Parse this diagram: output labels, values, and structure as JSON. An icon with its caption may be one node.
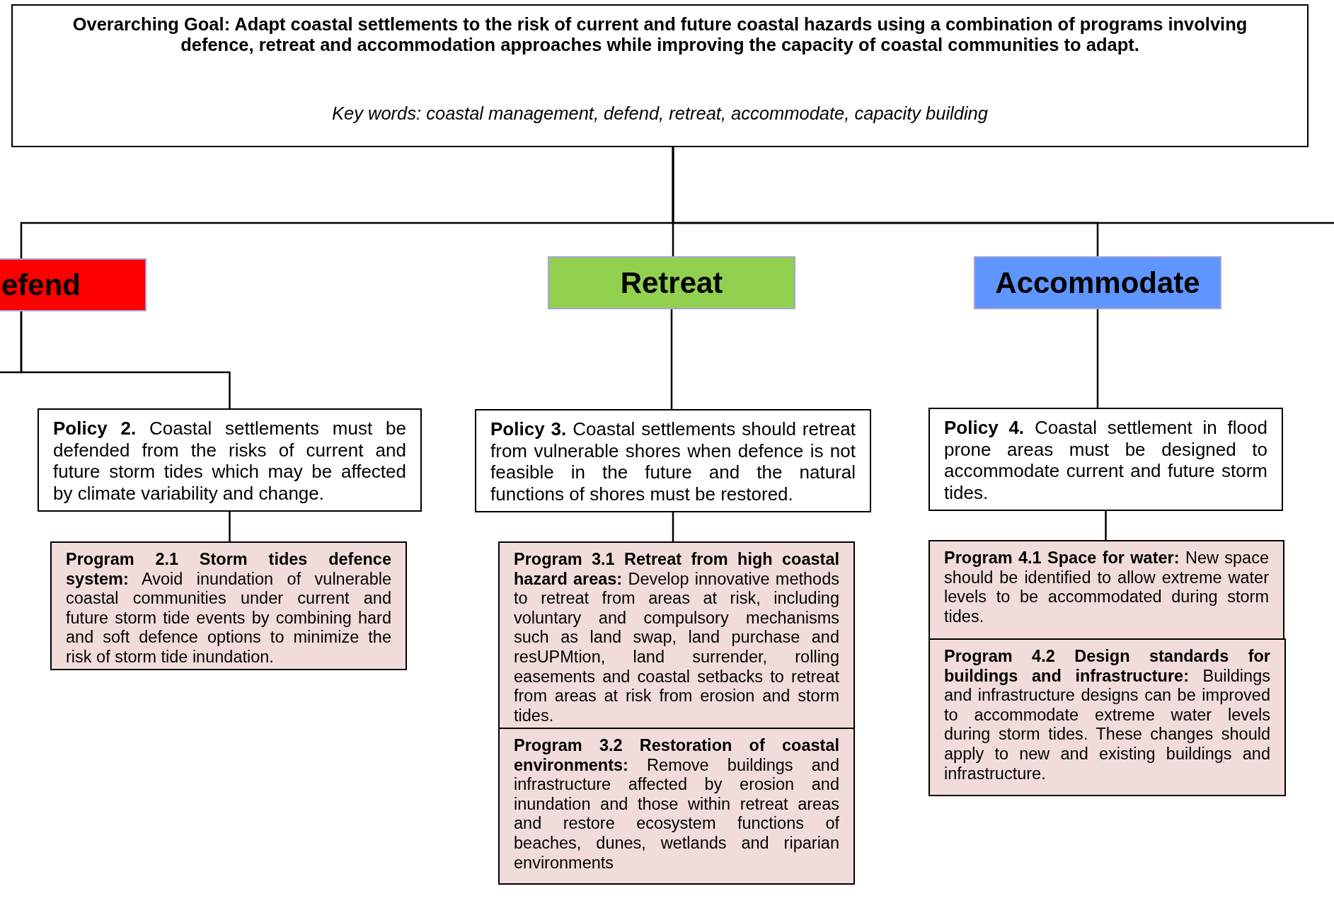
{
  "diagram": {
    "nodes": [
      {
        "text": [
          "Overarching Goal: Adapt coastal settlements to the risk of current and future coastal hazards using a combination of programs involving defence, retreat and accommodation approaches while improving the capacity of coastal communities to adapt.",
          "Key words: coastal management, defend, retreat, accommodate, capacity building"
        ]
      },
      {
        "text": [
          "efend"
        ]
      },
      {
        "text": [
          "Retreat"
        ]
      },
      {
        "text": [
          "Accommodate"
        ]
      },
      {
        "text": [
          "**Policy 2.** Coastal settlements must be defended from the risks of current and future storm tides which may be affected by climate variability and change."
        ]
      },
      {
        "text": [
          "**Program 2.1 Storm tides defence system:** Avoid inundation of vulnerable coastal communities under current and future storm tide events by combining hard and soft defence options to minimize the risk of storm tide inundation."
        ]
      },
      {
        "text": [
          "**Policy 3.** Coastal settlements should retreat from vulnerable shores when defence is not feasible in the future and the natural functions of shores must be restored."
        ]
      },
      {
        "text": [
          "**Program 3.1 Retreat from high coastal hazard areas:** Develop innovative methods to retreat from areas at risk, including voluntary and compulsory mechanisms such as land swap, land purchase and resUPMtion, land surrender, rolling easements and coastal setbacks to retreat from areas at risk from erosion and storm tides."
        ]
      },
      {
        "text": [
          "**Program 3.2 Restoration of coastal environments:** Remove buildings and infrastructure affected by erosion and inundation and those within retreat areas and restore ecosystem functions of beaches, dunes, wetlands and riparian environments"
        ]
      },
      {
        "text": [
          "**Policy 4.** Coastal settlement in flood prone areas must be designed to accommodate current and future storm tides."
        ]
      },
      {
        "text": [
          "**Program 4.1 Space for water:** New space should be identified to allow extreme water levels to be accommodated during storm tides."
        ]
      },
      {
        "text": [
          "**Program 4.2 Design standards for buildings and infrastructure:** Buildings and infrastructure designs can be improved to accommodate extreme water levels during storm tides. These changes should apply to new and existing buildings and infrastructure."
        ]
      }
    ],
    "edges": [
      {
        "from": 0,
        "to": 1,
        "arrow": "none"
      },
      {
        "from": 0,
        "to": 2,
        "arrow": "none"
      },
      {
        "from": 0,
        "to": 3,
        "arrow": "none"
      },
      {
        "from": 0,
        "to": null,
        "arrow": "none"
      },
      {
        "from": 1,
        "to": 4,
        "arrow": "none"
      },
      {
        "from": 1,
        "to": null,
        "arrow": "none"
      },
      {
        "from": 2,
        "to": 6,
        "arrow": "none"
      },
      {
        "from": 3,
        "to": 9,
        "arrow": "none"
      },
      {
        "from": 4,
        "to": 5,
        "arrow": "none"
      },
      {
        "from": 6,
        "to": 7,
        "arrow": "none"
      },
      {
        "from": 9,
        "to": 10,
        "arrow": "none"
      }
    ]
  }
}
